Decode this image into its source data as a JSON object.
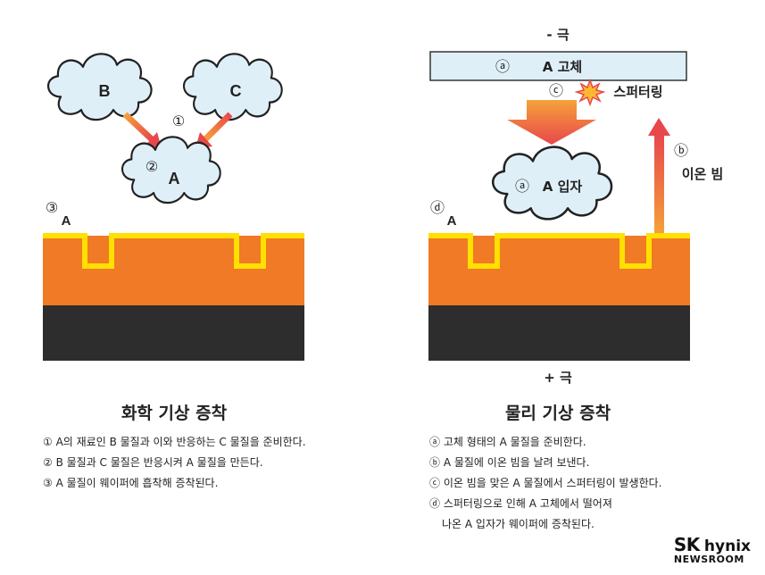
{
  "chemical": {
    "title": "화학 기상 증착",
    "label_b": "B",
    "label_c": "C",
    "marker_1": "①",
    "marker_2": "②",
    "label_a": "A",
    "marker_3": "③",
    "wafer_label": "A",
    "steps": [
      "① A의 재료인 B 물질과 이와 반응하는 C 물질을 준비한다.",
      "② B 물질과 C 물질은 반응시켜 A 물질을 만든다.",
      "③ A 물질이 웨이퍼에 흡착해 증착된다."
    ]
  },
  "physical": {
    "title": "물리 기상 증착",
    "neg_pole": "- 극",
    "pos_pole": "+ 극",
    "target_marker": "ⓐ",
    "target_label": "A 고체",
    "sputter_marker": "ⓒ",
    "sputter_label": "스퍼터링",
    "beam_marker": "ⓑ",
    "beam_label": "이온 빔",
    "particle_marker": "ⓐ",
    "particle_label": "A 입자",
    "wafer_marker": "ⓓ",
    "wafer_label": "A",
    "steps": [
      "ⓐ 고체 형태의 A 물질을 준비한다.",
      "ⓑ A 물질에 이온 빔을 날려 보낸다.",
      "ⓒ 이온 빔을 맞은 A 물질에서 스퍼터링이 발생한다.",
      "ⓓ 스퍼터링으로 인해 A 고체에서 떨어져",
      "나온 A 입자가 웨이퍼에 증착된다."
    ]
  },
  "logo": {
    "sk": "SK",
    "hynix": "hynix",
    "newsroom": "NEWSROOM"
  },
  "colors": {
    "orange": "#f07a25",
    "yellow": "#ffe000",
    "dark": "#2d2d2d",
    "target_fill": "#dfeff8",
    "cloud_fill": "#dfeff8"
  }
}
